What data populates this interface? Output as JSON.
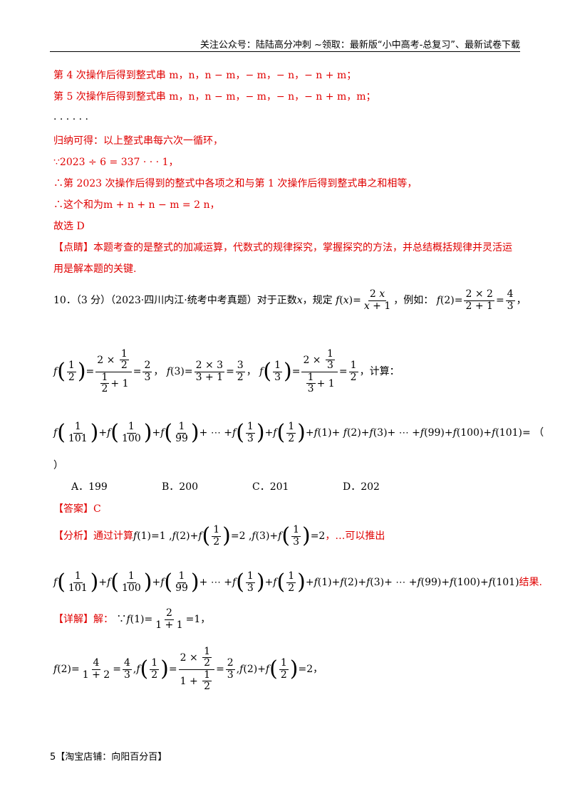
{
  "header": {
    "text": "关注公众号：陆陆高分冲刺  ~领取：最新版“小中高考-总复习”、最新试卷下载"
  },
  "lines": {
    "op4": "第 4 次操作后得到整式串 m，n，n − m，− m，− n，− n + m；",
    "op5": "第 5 次操作后得到整式串 m，n，n − m，− m，− n，− n + m，m；",
    "dots": "· · · · · ·",
    "induce": "归纳可得：以上整式串每六次一循环，",
    "div": "∵2023 ÷ 6 = 337 · · · 1，",
    "therefore1": "∴第 2023 次操作后得到的整式中各项之和与第 1 次操作后得到整式串之和相等，",
    "therefore2": "∴这个和为m + n + n − m = 2 n，",
    "choose": "故选 D",
    "comment1": "【点睛】本题考查的是整式的加减运算，代数式的规律探究，掌握探究的方法，并总结概括规律并灵活运",
    "comment2": "用是解本题的关键."
  },
  "question": {
    "intro": "10．（3 分）（2023·四川内江·统考中考真题）对于正数",
    "mid": "，规定",
    "example": "，例如：",
    "calc": "，计算：",
    "close": "）",
    "options": [
      "A．199",
      "B．200",
      "C．201",
      "D．202"
    ]
  },
  "answer": {
    "label": "【答案】C"
  },
  "analysis": {
    "label": "【分析】",
    "text1": "通过计算",
    "text2": "，…可以推出",
    "result": "结果."
  },
  "detail": {
    "label": "【详解】",
    "text": "解："
  },
  "footer": {
    "text": "5【淘宝店铺：向阳百分百】"
  }
}
